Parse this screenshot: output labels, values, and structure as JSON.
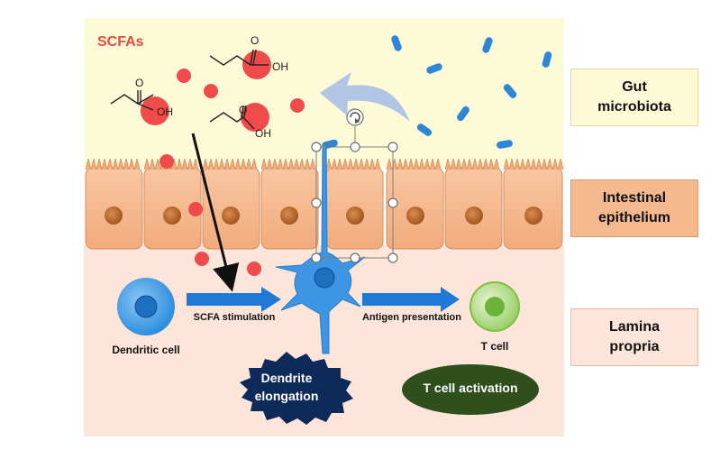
{
  "scfa_title": "SCFAs",
  "chem": {
    "oh": "OH",
    "o": "O"
  },
  "boxes": {
    "gut": [
      "Gut",
      "microbiota"
    ],
    "epithelium": [
      "Intestinal",
      "epithelium"
    ],
    "lamina": [
      "Lamina",
      "propria"
    ]
  },
  "cells": {
    "dendritic": "Dendritic cell",
    "t_cell": "T cell"
  },
  "arrows": {
    "stimulation": "SCFA stimulation",
    "antigen": "Antigen presentation"
  },
  "badges": {
    "dendrite": [
      "Dendrite",
      "elongation"
    ],
    "t_activation": "T cell activation"
  },
  "colors": {
    "lumen": "#fdfad7",
    "epithelium": "#f5b98f",
    "lamina": "#fde5d9",
    "scfa_red": "#ef4b4b",
    "bacteria": "#2e86d6",
    "arrow_blue": "#1f79d6",
    "dendritic_blue": "#2e8ee0",
    "t_cell_green": "#7bc043",
    "dendrite_badge": "#0e2a5a",
    "t_badge": "#2f4f1c"
  }
}
